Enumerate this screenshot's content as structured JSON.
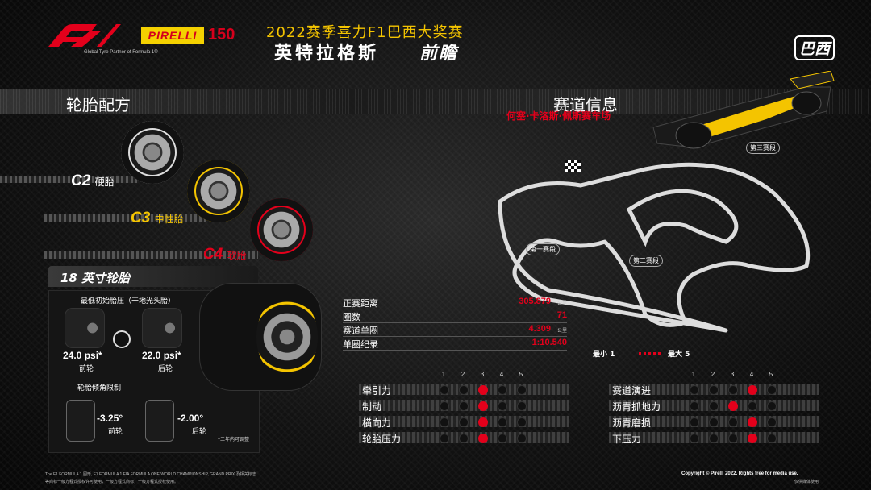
{
  "header": {
    "partner_text": "Global Tyre Partner of Formula 1®",
    "pirelli_label": "PIRELLI",
    "anniversary": "150",
    "title_line1": "2022赛季喜力F1巴西大奖赛",
    "title_line2": "英特拉格斯",
    "title_line2_bold": "前瞻",
    "country": "巴西"
  },
  "compounds": {
    "section_title": "轮胎配方",
    "items": [
      {
        "code": "C2",
        "name": "硬胎",
        "color": "#ffffff"
      },
      {
        "code": "C3",
        "name": "中性胎",
        "color": "#f4c400"
      },
      {
        "code": "C4",
        "name": "软胎",
        "color": "#e3001b"
      }
    ]
  },
  "tyre_info": {
    "title": "18 英寸轮胎",
    "min_pressure_title": "最低初始胎压（干地光头胎）",
    "front_psi": "24.0 psi*",
    "front_label": "前轮",
    "rear_psi": "22.0 psi*",
    "rear_label": "后轮",
    "camber_title": "轮胎倾角限制",
    "front_camber": "-3.25°",
    "front_camber_label": "前轮",
    "rear_camber": "-2.00°",
    "rear_camber_label": "后轮",
    "note": "*二年内可调整"
  },
  "circuit": {
    "section_title": "赛道信息",
    "name": "何塞·卡洛斯·佩斯赛车场",
    "sector1": "第一赛段",
    "sector2": "第二赛段",
    "sector3": "第三赛段",
    "stats": [
      {
        "label": "正赛距离",
        "value": "305.879",
        "unit": "公里",
        "note": ""
      },
      {
        "label": "圈数",
        "value": "71",
        "unit": "",
        "note": ""
      },
      {
        "label": "赛道单圈",
        "value": "4.309",
        "unit": "公里",
        "note": ""
      },
      {
        "label": "单圈纪录",
        "value": "1:10.540",
        "unit": "",
        "note": ""
      }
    ],
    "scale_min": "最小 1",
    "scale_max": "最大 5"
  },
  "ratings_left": {
    "scale": [
      "1",
      "2",
      "3",
      "4",
      "5"
    ],
    "rows": [
      {
        "label": "牵引力",
        "value": 3
      },
      {
        "label": "制动",
        "value": 3
      },
      {
        "label": "横向力",
        "value": 3
      },
      {
        "label": "轮胎压力",
        "value": 3
      }
    ]
  },
  "ratings_right": {
    "scale": [
      "1",
      "2",
      "3",
      "4",
      "5"
    ],
    "rows": [
      {
        "label": "赛道演进",
        "value": 4
      },
      {
        "label": "沥青抓地力",
        "value": 3
      },
      {
        "label": "沥青磨损",
        "value": 4
      },
      {
        "label": "下压力",
        "value": 4
      }
    ]
  },
  "footer": {
    "left_line1": "The F1 FORMULA 1 图形, F1 FORMULA 1 FIA FORMULA ONE WORLD CHAMPIONSHIP, GRAND PRIX 及相关标志",
    "left_line2": "等商标一级方程式授权许可使用，一级方程式商标，一级方程式授权使用。",
    "copyright": "Copyright © Pirelli 2022. Rights free for media use.",
    "media": "仅供媒体使用"
  }
}
